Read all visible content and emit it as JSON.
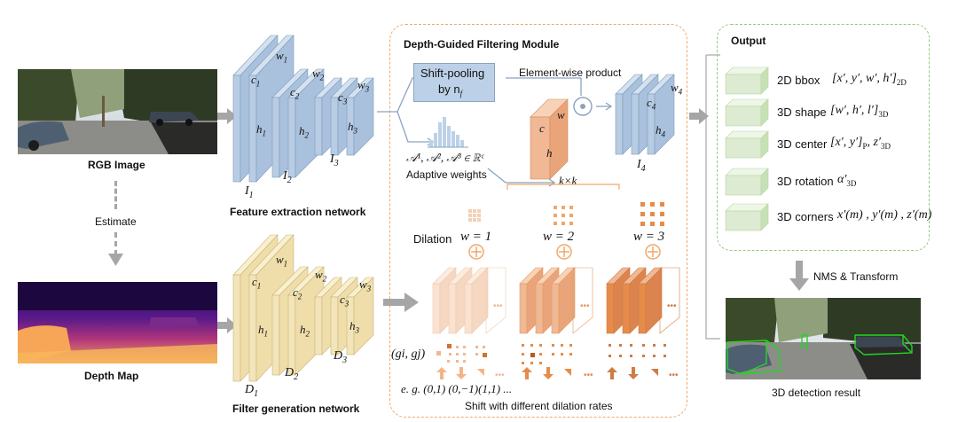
{
  "left": {
    "rgb_label": "RGB Image",
    "estimate_label": "Estimate",
    "depth_label": "Depth Map"
  },
  "feature": {
    "title": "Feature extraction network",
    "c1": "c",
    "c1_sub": "1",
    "h1": "h",
    "h1_sub": "1",
    "w1": "w",
    "w1_sub": "1",
    "c2": "c",
    "c2_sub": "2",
    "h2": "h",
    "h2_sub": "2",
    "w2": "w",
    "w2_sub": "2",
    "c3": "c",
    "c3_sub": "3",
    "h3": "h",
    "h3_sub": "3",
    "w3": "w",
    "w3_sub": "3",
    "I1": "I",
    "I1_sub": "1",
    "I2": "I",
    "I2_sub": "2",
    "I3": "I",
    "I3_sub": "3"
  },
  "filter": {
    "title": "Filter generation network",
    "c1": "c",
    "c1_sub": "1",
    "h1": "h",
    "h1_sub": "1",
    "w1": "w",
    "w1_sub": "1",
    "c2": "c",
    "c2_sub": "2",
    "h2": "h",
    "h2_sub": "2",
    "w2": "w",
    "w2_sub": "2",
    "c3": "c",
    "c3_sub": "3",
    "h3": "h",
    "h3_sub": "3",
    "w3": "w",
    "w3_sub": "3",
    "D1": "D",
    "D1_sub": "1",
    "D2": "D",
    "D2_sub": "2",
    "D3": "D",
    "D3_sub": "3"
  },
  "module": {
    "title": "Depth-Guided Filtering Module",
    "shift_pool_line1": "Shift-pooling",
    "shift_pool_line2": "by n",
    "shift_pool_sub": "f",
    "elementwise": "Element-wise product",
    "adaptive_formula": "𝒜¹, 𝒜², 𝒜³ ∈ ℝᶜ",
    "adaptive_label": "Adaptive weights",
    "c": "c",
    "h": "h",
    "w": "w",
    "kxk": "k×k",
    "I4": "I",
    "I4_sub": "4",
    "c4": "c",
    "c4_sub": "4",
    "h4": "h",
    "h4_sub": "4",
    "w4": "w",
    "w4_sub": "4",
    "dilation": "Dilation",
    "w1_eq": "w = 1",
    "w2_eq": "w = 2",
    "w3_eq": "w = 3",
    "gigj": "(gi, gj)",
    "example": "e. g. (0,1) (0,−1)(1,1) ...",
    "shift_caption": "Shift with different dilation rates"
  },
  "output": {
    "title": "Output",
    "items": [
      {
        "name": "2D bbox",
        "formula": "[x′, y′, w′, h′]",
        "sub": "2D"
      },
      {
        "name": "3D shape",
        "formula": "[w′, h′, l′]",
        "sub": "3D"
      },
      {
        "name": "3D center",
        "formula": "[x′, y′]",
        "sub": "P",
        "tail": ", z′",
        "tail_sub": "3D"
      },
      {
        "name": "3D rotation",
        "formula": "α′",
        "sub": "3D"
      },
      {
        "name": "3D corners",
        "formula": "x′(m) , y′(m) , z′(m)",
        "sub": ""
      }
    ],
    "nms_label": "NMS & Transform",
    "result_label": "3D detection result"
  },
  "colors": {
    "blue_block": "#b8cde4",
    "yellow_block": "#f3e5b9",
    "orange_block": "#f0b894",
    "green_block": "#dcebd1",
    "dash_orange": "#f0a86a",
    "dash_green": "#98c97a",
    "arrow_gray": "#a6a6a6"
  }
}
